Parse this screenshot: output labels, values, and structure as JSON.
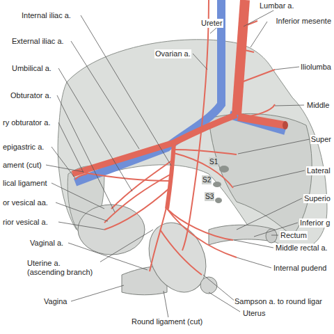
{
  "diagram": {
    "labels": [
      "Lumbar a.",
      "Ureter",
      "Inferior mesente",
      "Internal iliac a.",
      "External iliac a.",
      "Ovarian a.",
      "Iliolumba",
      "Umbilical a.",
      "Obturator a.",
      "Middle",
      "ry obturator a.",
      "Super",
      "epigastric a.",
      "ament (cut)",
      "Lateral",
      "lical ligament",
      "Superio",
      "or vesical aa.",
      "S1",
      "S2",
      "S3",
      "Inferior g",
      "rior vesical a.",
      "Rectum",
      "Vaginal a.",
      "Middle rectal a.",
      "Uterine a. (ascending branch)",
      "Internal pudend",
      "Vagina",
      "Sampson a. to round ligar",
      "Uterus",
      "Round ligament (cut)"
    ]
  }
}
